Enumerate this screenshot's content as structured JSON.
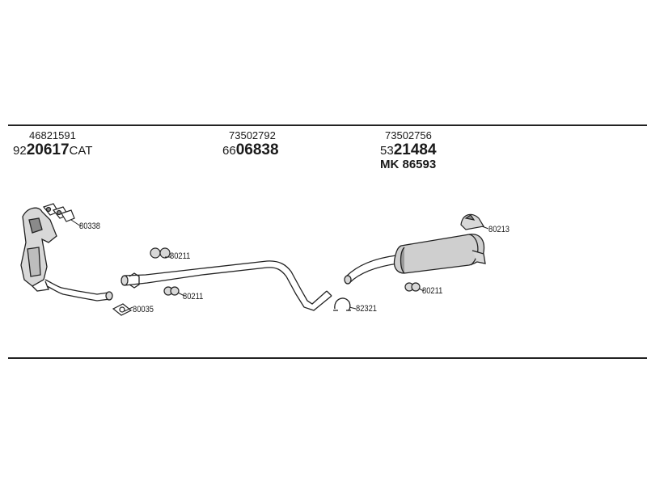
{
  "header": {
    "col1": {
      "ref": "46821591",
      "prefix": "92",
      "code": "20617",
      "suffix": "CAT"
    },
    "col2": {
      "ref": "73502792",
      "prefix": "66",
      "code": "06838"
    },
    "col3": {
      "ref": "73502756",
      "prefix": "53",
      "code": "21484",
      "alt": "MK 86593"
    }
  },
  "parts": {
    "gasket_top": "80338",
    "hanger_1": "80211",
    "hanger_2": "80211",
    "gasket_bottom": "80035",
    "clamp": "82321",
    "hanger_3": "80211",
    "bracket": "80213"
  },
  "colors": {
    "line": "#222222",
    "part_fill": "#d8d8d8",
    "part_dark": "#8a8a8a"
  }
}
